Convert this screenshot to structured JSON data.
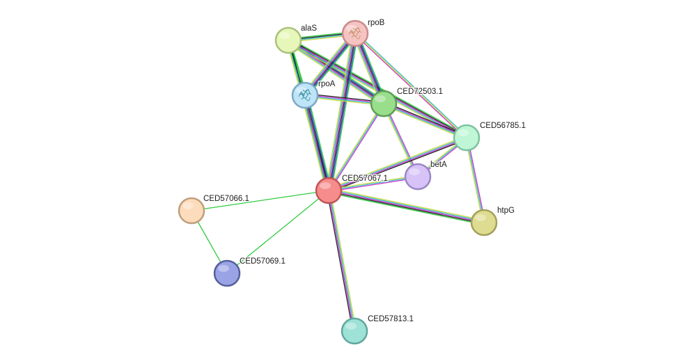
{
  "network": {
    "evidence_colors": {
      "neighborhood": "#2ecc40",
      "fusion": "#e31a1c",
      "cooccurrence": "#1f3fd1",
      "coexpression": "#222222",
      "experiments": "#cc33cc",
      "databases": "#33bbcc",
      "textmining": "#c8d83c"
    },
    "nodes": [
      {
        "id": "rpoB",
        "label": "rpoB",
        "fill": "#f6c3c3",
        "stroke": "#c98b8b",
        "icon": "protein-structure-icon",
        "icon_color": "#c8956b"
      },
      {
        "id": "alaS",
        "label": "alaS",
        "fill": "#e6f7b9",
        "stroke": "#a9c27b",
        "icon": "",
        "icon_color": ""
      },
      {
        "id": "rpoA",
        "label": "rpoA",
        "fill": "#bfe4f7",
        "stroke": "#7aa9c8",
        "icon": "protein-structure-icon",
        "icon_color": "#3a8fa0"
      },
      {
        "id": "CED72503.1",
        "label": "CED72503.1",
        "fill": "#99de8b",
        "stroke": "#5e9e56",
        "icon": "",
        "icon_color": ""
      },
      {
        "id": "CED56785.1",
        "label": "CED56785.1",
        "fill": "#bff7d6",
        "stroke": "#7fc29d",
        "icon": "",
        "icon_color": ""
      },
      {
        "id": "betA",
        "label": "betA",
        "fill": "#d7c3f7",
        "stroke": "#9b86c6",
        "icon": "",
        "icon_color": ""
      },
      {
        "id": "CED57067.1",
        "label": "CED57067.1",
        "fill": "#f68c8c",
        "stroke": "#c25454",
        "icon": "",
        "icon_color": ""
      },
      {
        "id": "CED57066.1",
        "label": "CED57066.1",
        "fill": "#fddcbc",
        "stroke": "#bf9f7d",
        "icon": "",
        "icon_color": ""
      },
      {
        "id": "htpG",
        "label": "htpG",
        "fill": "#dedc90",
        "stroke": "#a3a05a",
        "icon": "",
        "icon_color": ""
      },
      {
        "id": "CED57069.1",
        "label": "CED57069.1",
        "fill": "#9aa3e6",
        "stroke": "#55609a",
        "icon": "",
        "icon_color": ""
      },
      {
        "id": "CED57813.1",
        "label": "CED57813.1",
        "fill": "#9ee2d7",
        "stroke": "#5fa79c",
        "icon": "",
        "icon_color": ""
      }
    ],
    "edges": [
      {
        "source": "alaS",
        "target": "rpoB",
        "evidence": [
          "neighborhood",
          "coexpression",
          "databases",
          "textmining"
        ]
      },
      {
        "source": "alaS",
        "target": "rpoA",
        "evidence": [
          "neighborhood",
          "coexpression",
          "databases",
          "textmining"
        ]
      },
      {
        "source": "alaS",
        "target": "CED72503.1",
        "evidence": [
          "neighborhood",
          "cooccurrence",
          "coexpression",
          "experiments",
          "databases",
          "textmining"
        ]
      },
      {
        "source": "alaS",
        "target": "CED57067.1",
        "evidence": [
          "neighborhood",
          "coexpression",
          "databases",
          "textmining"
        ]
      },
      {
        "source": "alaS",
        "target": "CED56785.1",
        "evidence": [
          "neighborhood",
          "coexpression",
          "experiments",
          "databases",
          "textmining"
        ]
      },
      {
        "source": "rpoB",
        "target": "rpoA",
        "evidence": [
          "neighborhood",
          "cooccurrence",
          "coexpression",
          "experiments",
          "databases",
          "textmining"
        ]
      },
      {
        "source": "rpoB",
        "target": "CED72503.1",
        "evidence": [
          "neighborhood",
          "cooccurrence",
          "coexpression",
          "experiments",
          "databases",
          "textmining"
        ]
      },
      {
        "source": "rpoB",
        "target": "CED57067.1",
        "evidence": [
          "neighborhood",
          "cooccurrence",
          "coexpression",
          "experiments",
          "databases",
          "textmining"
        ]
      },
      {
        "source": "rpoB",
        "target": "CED56785.1",
        "evidence": [
          "databases",
          "textmining",
          "experiments"
        ]
      },
      {
        "source": "rpoA",
        "target": "CED72503.1",
        "evidence": [
          "coexpression",
          "experiments",
          "databases",
          "textmining"
        ]
      },
      {
        "source": "rpoA",
        "target": "CED57067.1",
        "evidence": [
          "neighborhood",
          "cooccurrence",
          "coexpression",
          "experiments",
          "databases",
          "textmining"
        ]
      },
      {
        "source": "CED72503.1",
        "target": "CED57067.1",
        "evidence": [
          "experiments",
          "databases",
          "textmining"
        ]
      },
      {
        "source": "CED72503.1",
        "target": "CED56785.1",
        "evidence": [
          "coexpression",
          "experiments",
          "databases",
          "textmining"
        ]
      },
      {
        "source": "CED72503.1",
        "target": "betA",
        "evidence": [
          "experiments",
          "databases",
          "textmining"
        ]
      },
      {
        "source": "CED56785.1",
        "target": "CED57067.1",
        "evidence": [
          "coexpression",
          "experiments",
          "databases",
          "textmining"
        ]
      },
      {
        "source": "CED56785.1",
        "target": "betA",
        "evidence": [
          "experiments",
          "databases",
          "textmining"
        ]
      },
      {
        "source": "CED56785.1",
        "target": "htpG",
        "evidence": [
          "experiments",
          "databases",
          "textmining"
        ]
      },
      {
        "source": "betA",
        "target": "CED57067.1",
        "evidence": [
          "experiments",
          "databases",
          "textmining"
        ]
      },
      {
        "source": "htpG",
        "target": "CED57067.1",
        "evidence": [
          "neighborhood",
          "coexpression",
          "experiments",
          "databases",
          "textmining"
        ]
      },
      {
        "source": "CED57066.1",
        "target": "CED57067.1",
        "evidence": [
          "neighborhood"
        ]
      },
      {
        "source": "CED57066.1",
        "target": "CED57069.1",
        "evidence": [
          "neighborhood"
        ]
      },
      {
        "source": "CED57069.1",
        "target": "CED57067.1",
        "evidence": [
          "neighborhood"
        ]
      },
      {
        "source": "CED57813.1",
        "target": "CED57067.1",
        "evidence": [
          "coexpression",
          "experiments",
          "databases",
          "textmining"
        ]
      }
    ]
  }
}
